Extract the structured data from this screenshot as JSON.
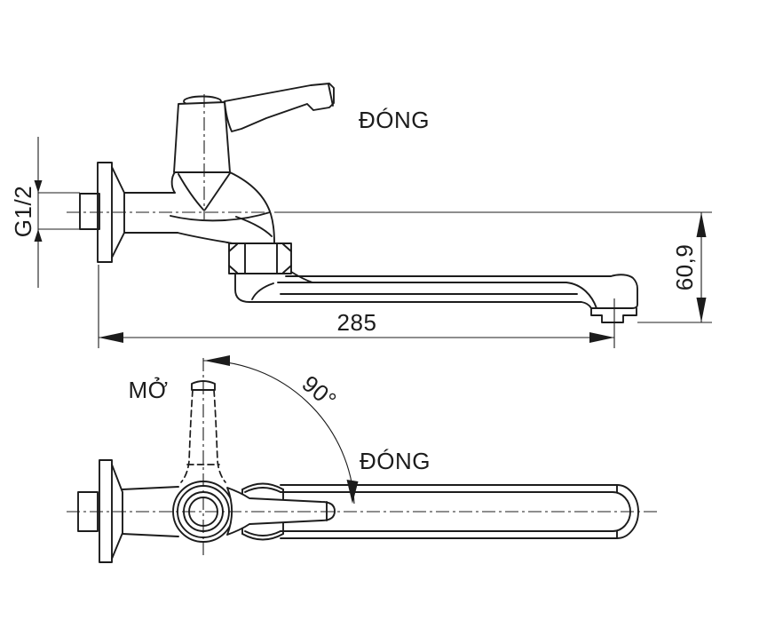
{
  "page": {
    "background_color": "#ffffff",
    "line_color": "#1c1c1c"
  },
  "side_view": {
    "handle_state_label": "ĐÓNG",
    "thread_dimension": "G1/2",
    "length_dimension": "285",
    "height_dimension": "60,9"
  },
  "plan_view": {
    "open_label": "MỞ",
    "closed_label": "ĐÓNG",
    "angle_dimension": "90°"
  }
}
